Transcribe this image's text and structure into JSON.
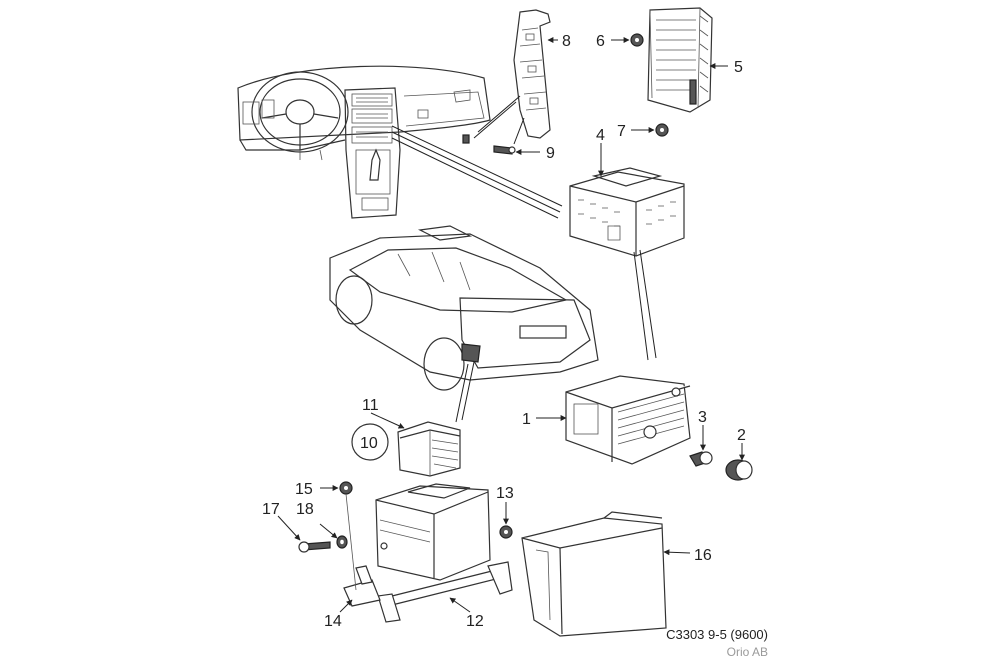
{
  "reference": "C3303 9-5 (9600)",
  "brand": "Orio AB",
  "callouts": [
    "1",
    "2",
    "3",
    "4",
    "5",
    "6",
    "7",
    "8",
    "9",
    "10",
    "11",
    "12",
    "13",
    "14",
    "15",
    "16",
    "17",
    "18"
  ]
}
